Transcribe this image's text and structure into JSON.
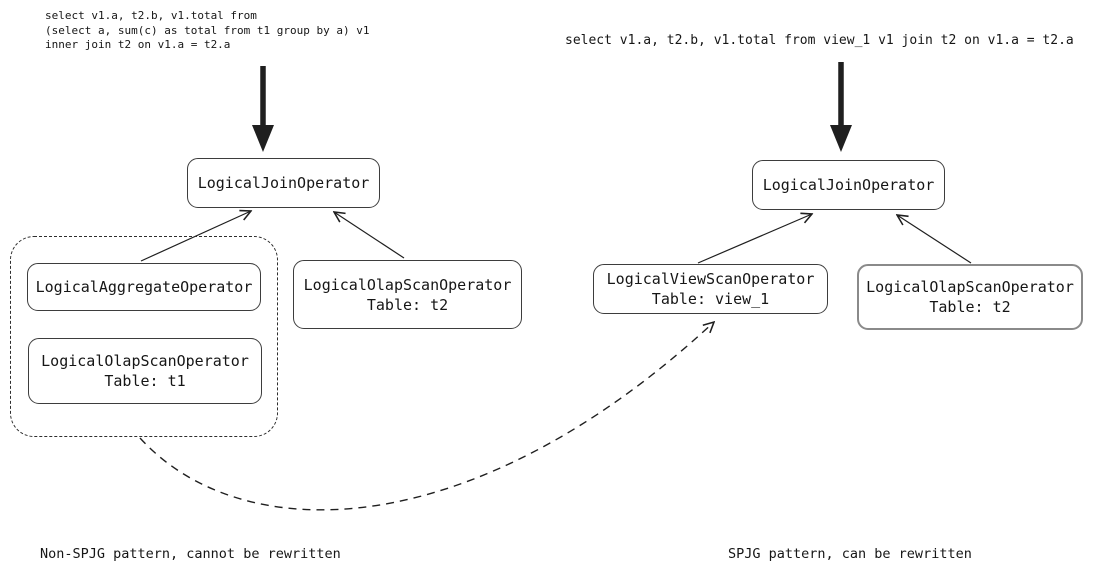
{
  "left": {
    "sql": "select v1.a, t2.b, v1.total from\n(select a, sum(c) as total from t1 group by a) v1\ninner join t2 on v1.a = t2.a",
    "caption": "Non-SPJG pattern, cannot be rewritten",
    "nodes": {
      "join": {
        "label": "LogicalJoinOperator"
      },
      "aggregate": {
        "label": "LogicalAggregateOperator"
      },
      "scan_t1": {
        "label": "LogicalOlapScanOperator",
        "sublabel": "Table: t1"
      },
      "scan_t2": {
        "label": "LogicalOlapScanOperator",
        "sublabel": "Table: t2"
      }
    }
  },
  "right": {
    "sql": "select v1.a, t2.b, v1.total from view_1 v1 join t2 on v1.a = t2.a",
    "caption": "SPJG pattern, can be rewritten",
    "nodes": {
      "join": {
        "label": "LogicalJoinOperator"
      },
      "view_scan": {
        "label": "LogicalViewScanOperator",
        "sublabel": "Table: view_1"
      },
      "scan_t2": {
        "label": "LogicalOlapScanOperator",
        "sublabel": "Table: t2"
      }
    }
  },
  "colors": {
    "line": "#1f1f1f",
    "box_border": "#3d3d3d",
    "muted_border": "#8a8a8a",
    "background": "#ffffff"
  }
}
